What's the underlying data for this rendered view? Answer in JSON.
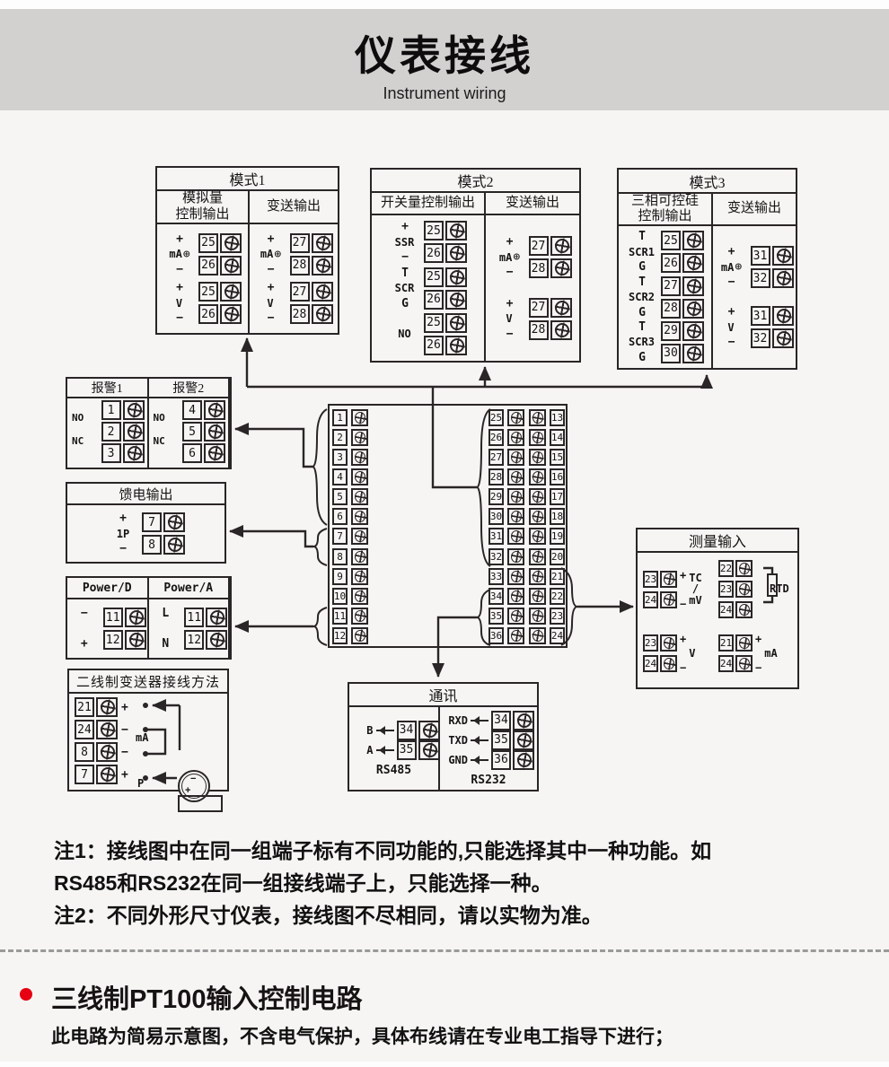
{
  "header": {
    "title": "仪表接线",
    "subtitle": "Instrument wiring"
  },
  "colors": {
    "accent_red": "#e60012",
    "line": "#2a2526",
    "band_gray": "#d3d1d0",
    "background": "#f6f5f3"
  },
  "mode1": {
    "title": "模式1",
    "left_header_1": "模拟量",
    "left_header_2": "控制输出",
    "right_header": "变送输出",
    "left_groups": [
      {
        "top": "+",
        "label": "mA",
        "sym": "⊕",
        "bottom": "−",
        "n1": "25",
        "n2": "26"
      },
      {
        "top": "+",
        "label": "V",
        "bottom": "−",
        "n1": "25",
        "n2": "26"
      }
    ],
    "right_groups": [
      {
        "top": "+",
        "label": "mA",
        "sym": "⊕",
        "bottom": "−",
        "n1": "27",
        "n2": "28"
      },
      {
        "top": "+",
        "label": "V",
        "bottom": "−",
        "n1": "27",
        "n2": "28"
      }
    ]
  },
  "mode2": {
    "title": "模式2",
    "left_header": "开关量控制输出",
    "right_header": "变送输出",
    "left_groups": [
      {
        "top": "+",
        "label": "SSR",
        "bottom": "−",
        "n1": "25",
        "n2": "26"
      },
      {
        "top": "T",
        "label": "SCR",
        "bottom": "G",
        "n1": "25",
        "n2": "26"
      },
      {
        "top": "",
        "label": "NO",
        "bottom": "",
        "n1": "25",
        "n2": "26"
      }
    ],
    "right_groups": [
      {
        "top": "+",
        "label": "mA",
        "sym": "⊕",
        "bottom": "−",
        "n1": "27",
        "n2": "28"
      },
      {
        "top": "+",
        "label": "V",
        "bottom": "−",
        "n1": "27",
        "n2": "28"
      }
    ]
  },
  "mode3": {
    "title": "模式3",
    "left_header_1": "三相可控硅",
    "left_header_2": "控制输出",
    "right_header": "变送输出",
    "left_groups": [
      {
        "top": "T",
        "label": "SCR1",
        "bottom": "G",
        "n1": "25",
        "n2": "26"
      },
      {
        "top": "T",
        "label": "SCR2",
        "bottom": "G",
        "n1": "27",
        "n2": "28"
      },
      {
        "top": "T",
        "label": "SCR3",
        "bottom": "G",
        "n1": "29",
        "n2": "30"
      }
    ],
    "right_groups": [
      {
        "top": "+",
        "label": "mA",
        "sym": "⊕",
        "bottom": "−",
        "n1": "31",
        "n2": "32"
      },
      {
        "top": "+",
        "label": "V",
        "bottom": "−",
        "n1": "31",
        "n2": "32"
      }
    ]
  },
  "alarm": {
    "cols": [
      {
        "title": "报警1",
        "no": "NO",
        "nc": "NC",
        "n1": "1",
        "n2": "2",
        "n3": "3"
      },
      {
        "title": "报警2",
        "no": "NO",
        "nc": "NC",
        "n1": "4",
        "n2": "5",
        "n3": "6"
      }
    ]
  },
  "feed": {
    "title": "馈电输出",
    "top": "+",
    "label": "1P",
    "bottom": "−",
    "n1": "7",
    "n2": "8"
  },
  "power": {
    "cols": [
      {
        "title": "Power/D",
        "top": "−",
        "bottom": "+",
        "n1": "11",
        "n2": "12"
      },
      {
        "title": "Power/A",
        "top": "L",
        "bottom": "N",
        "n1": "11",
        "n2": "12"
      }
    ]
  },
  "twowire": {
    "title": "二线制变送器接线方法",
    "terms": [
      {
        "n": "21",
        "sign": "+"
      },
      {
        "n": "24",
        "sign": "−"
      },
      {
        "n": "8",
        "sign": "−"
      },
      {
        "n": "7",
        "sign": "+"
      }
    ],
    "label_ma": "mA",
    "label_p": "P",
    "tx_minus": "−",
    "tx_plus": "+"
  },
  "center": {
    "left": [
      {
        "n": "1"
      },
      {
        "n": "2"
      },
      {
        "n": "3"
      },
      {
        "n": "4"
      },
      {
        "n": "5"
      },
      {
        "n": "6"
      },
      {
        "n": "7"
      },
      {
        "n": "8"
      },
      {
        "n": "9"
      },
      {
        "n": "10"
      },
      {
        "n": "11"
      },
      {
        "n": "12"
      }
    ],
    "right": [
      {
        "l": "25",
        "r": "13"
      },
      {
        "l": "26",
        "r": "14"
      },
      {
        "l": "27",
        "r": "15"
      },
      {
        "l": "28",
        "r": "16"
      },
      {
        "l": "29",
        "r": "17"
      },
      {
        "l": "30",
        "r": "18"
      },
      {
        "l": "31",
        "r": "19"
      },
      {
        "l": "32",
        "r": "20"
      },
      {
        "l": "33",
        "r": "21"
      },
      {
        "l": "34",
        "r": "22"
      },
      {
        "l": "35",
        "r": "23"
      },
      {
        "l": "36",
        "r": "24"
      }
    ]
  },
  "measure": {
    "title": "测量输入",
    "tc": {
      "top": "+",
      "bottom": "−",
      "n1": "23",
      "n2": "24",
      "la": "TC",
      "lb": "/",
      "lc": "mV"
    },
    "rtd": {
      "n1": "22",
      "n2": "23",
      "n3": "24",
      "la": "RTD"
    },
    "v": {
      "top": "+",
      "bottom": "−",
      "n1": "23",
      "n2": "24",
      "la": "V"
    },
    "ma": {
      "top": "+",
      "bottom": "−",
      "n1": "21",
      "n2": "24",
      "la": "mA"
    }
  },
  "comm": {
    "title": "通讯",
    "rs485": {
      "label": "RS485",
      "rows": [
        {
          "s": "B",
          "n": "34"
        },
        {
          "s": "A",
          "n": "35"
        }
      ]
    },
    "rs232": {
      "label": "RS232",
      "rows": [
        {
          "s": "RXD",
          "n": "34"
        },
        {
          "s": "TXD",
          "n": "35"
        },
        {
          "s": "GND",
          "n": "36"
        }
      ]
    }
  },
  "notes": {
    "line1": "注1：接线图中在同一组端子标有不同功能的,只能选择其中一种功能。如",
    "line2": "RS485和RS232在同一组接线端子上，只能选择一种。",
    "line3": "注2：不同外形尺寸仪表，接线图不尽相同，请以实物为准。"
  },
  "bottom": {
    "heading": "三线制PT100输入控制电路",
    "desc": "此电路为简易示意图，不含电气保护，具体布线请在专业电工指导下进行；"
  }
}
